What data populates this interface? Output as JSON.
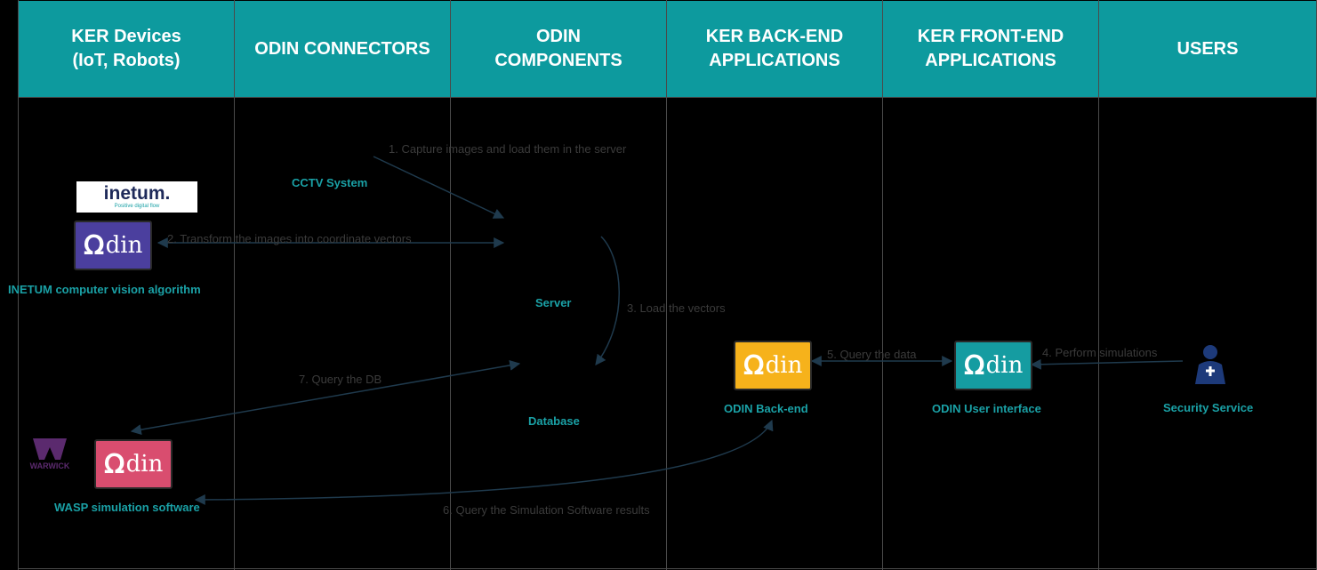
{
  "columns": [
    {
      "title": "KER Devices\n(IoT, Robots)"
    },
    {
      "title": "ODIN CONNECTORS"
    },
    {
      "title": "ODIN\nCOMPONENTS"
    },
    {
      "title": "KER BACK-END\nAPPLICATIONS"
    },
    {
      "title": "KER FRONT-END\nAPPLICATIONS"
    },
    {
      "title": "USERS"
    }
  ],
  "nodes": {
    "cctv": "CCTV System",
    "inetum_algorithm": "INETUM computer vision algorithm",
    "server": "Server",
    "database": "Database",
    "odin_backend": "ODIN Back-end",
    "odin_ui": "ODIN User interface",
    "security_service": "Security Service",
    "wasp": "WASP simulation software"
  },
  "steps": {
    "s1": "1. Capture images and load them in the server",
    "s2": "2. Transform the images into coordinate vectors",
    "s3": "3. Load the vectors",
    "s4": "4. Perform simulations",
    "s5": "5. Query the data",
    "s6": "6. Query the Simulation Software results",
    "s7": "7. Query the DB"
  },
  "logos": {
    "inetum_name": "inetum.",
    "inetum_tagline": "Positive digital flow",
    "odin": "din",
    "warwick": "WARWICK"
  },
  "colors": {
    "header": "#0d9a9e",
    "label": "#1aa1a6",
    "odin_purple": "#4b3f9e",
    "odin_yellow": "#f6b21b",
    "odin_teal": "#159ca1",
    "odin_pink": "#d94d6f",
    "warwick": "#5b2a6e"
  }
}
